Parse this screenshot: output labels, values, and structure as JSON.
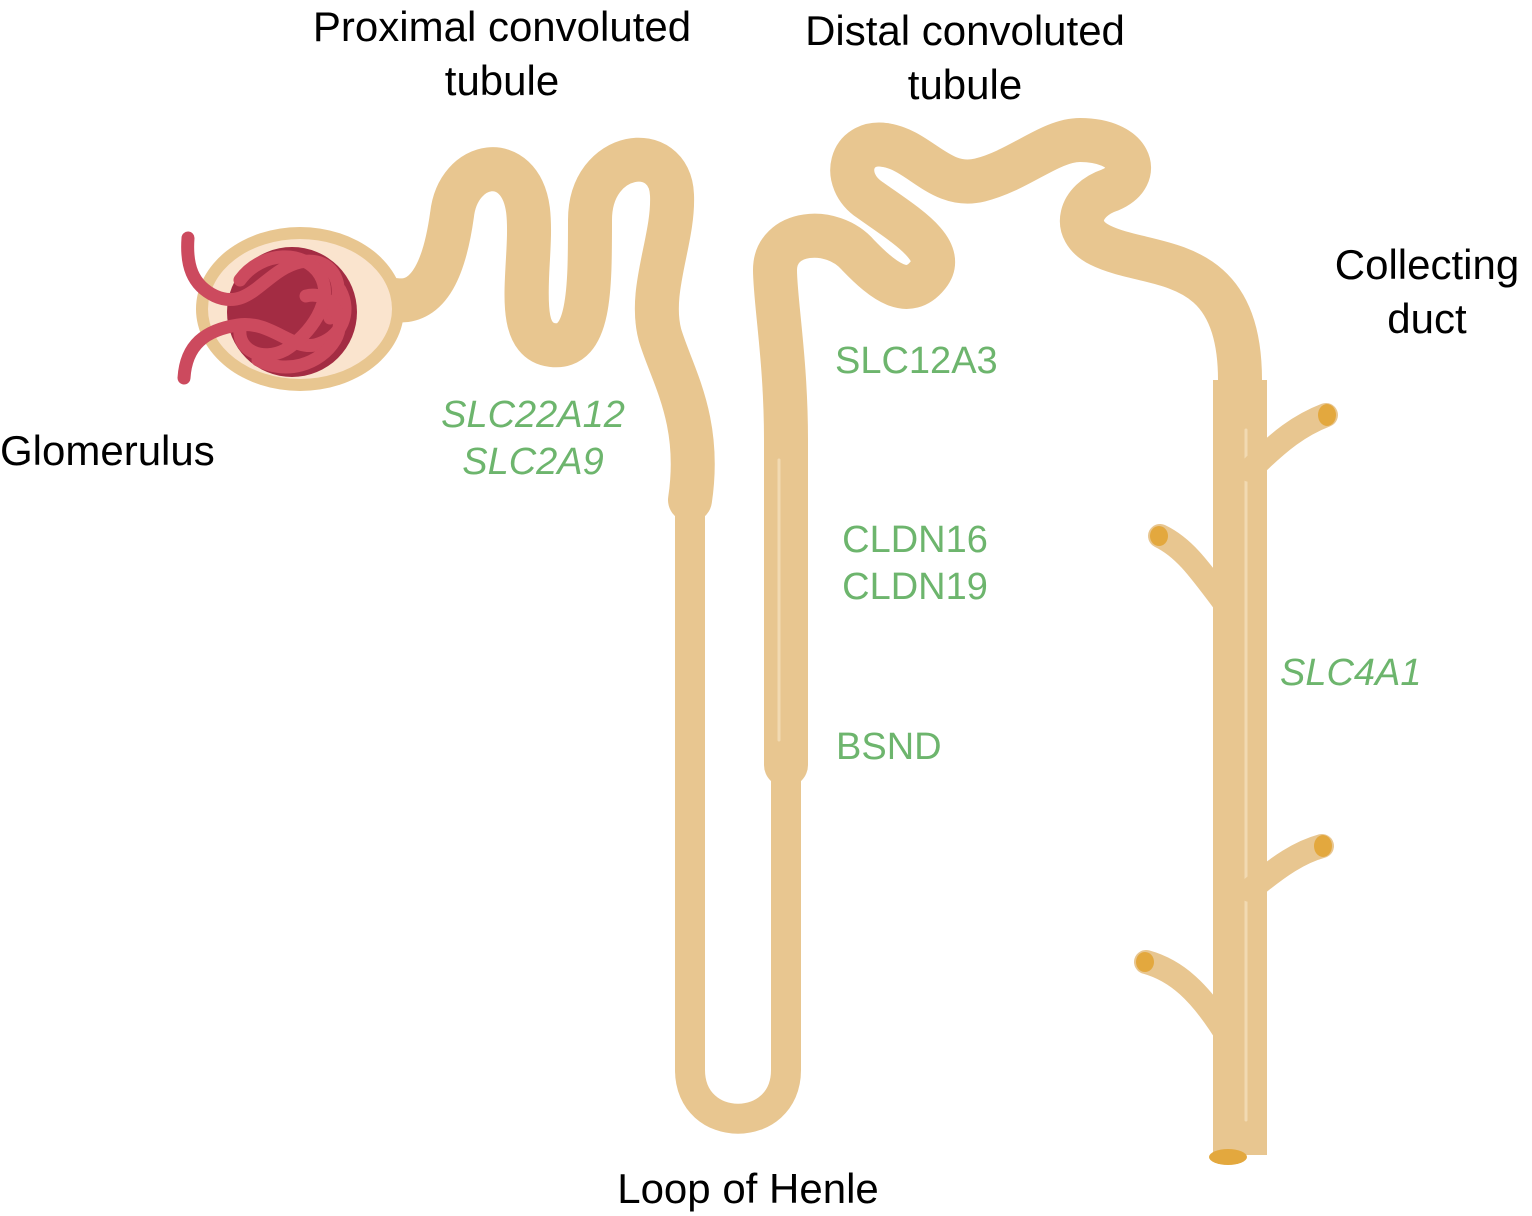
{
  "structure_labels": {
    "proximal_line1": "Proximal convoluted",
    "proximal_line2": "tubule",
    "distal_line1": "Distal convoluted",
    "distal_line2": "tubule",
    "glomerulus": "Glomerulus",
    "collecting_line1": "Collecting",
    "collecting_line2": "duct",
    "loop": "Loop of Henle"
  },
  "gene_labels": {
    "proximal_gene1": "SLC22A12",
    "proximal_gene2": "SLC2A9",
    "distal_gene": "SLC12A3",
    "loop_gene1": "CLDN16",
    "loop_gene2": "CLDN19",
    "loop_gene3": "BSND",
    "collecting_gene": "SLC4A1"
  },
  "colors": {
    "tubule": "#e8c690",
    "tubule_highlight": "#f4dfba",
    "capsule": "#fae4ce",
    "glomerulus_vessel": "#cc4a5e",
    "glomerulus_dark": "#a32c43",
    "duct_opening": "#e3a83e",
    "gene_text": "#6db56d",
    "label_text": "#000000"
  }
}
